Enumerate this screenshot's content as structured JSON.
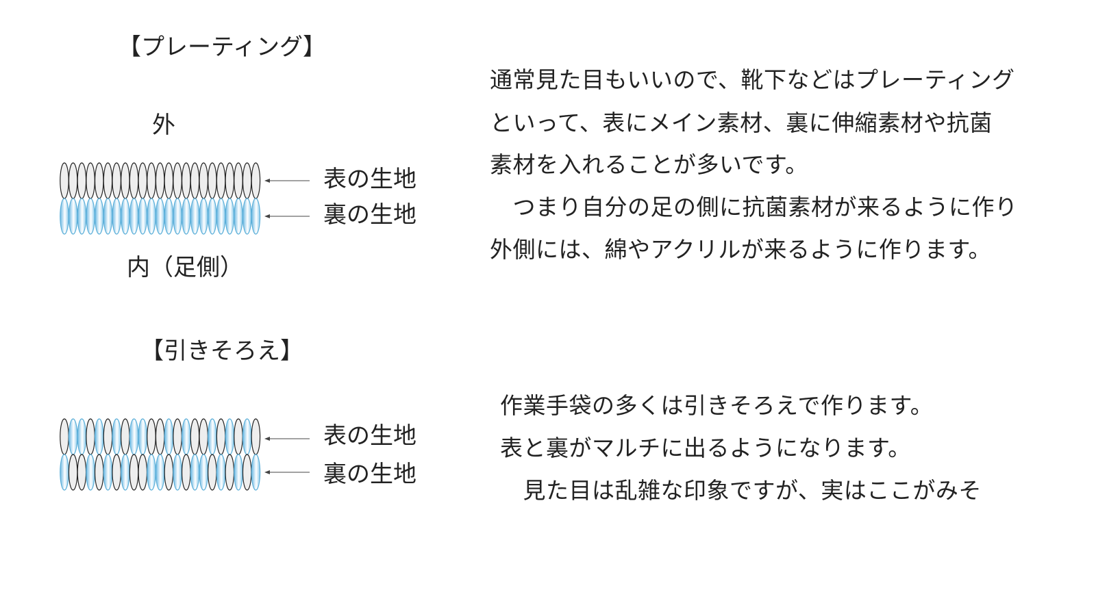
{
  "plating": {
    "title": "【プレーティング】",
    "outer_label": "外",
    "inner_label": "内（足側）",
    "face_label": "表の生地",
    "back_label": "裏の生地",
    "description": [
      "通常見た目もいいので、靴下などはプレーティング",
      "といって、表にメイン素材、裏に伸縮素材や抗菌",
      "素材を入れることが多いです。",
      "　つまり自分の足の側に抗菌素材が来るように作り",
      "外側には、綿やアクリルが来るように作ります。"
    ]
  },
  "hikisoroe": {
    "title": "【引きそろえ】",
    "face_label": "表の生地",
    "back_label": "裏の生地",
    "description": [
      "作業手袋の多くは引きそろえで作ります。",
      "表と裏がマルチに出るようになります。",
      "　見た目は乱雑な印象ですが、実はここがみそ"
    ]
  },
  "colors": {
    "gray_fill": "#eeeeee",
    "gray_stroke": "#222222",
    "blue_stroke": "#5aaed8",
    "blue_fill": "#7cc3e8"
  }
}
